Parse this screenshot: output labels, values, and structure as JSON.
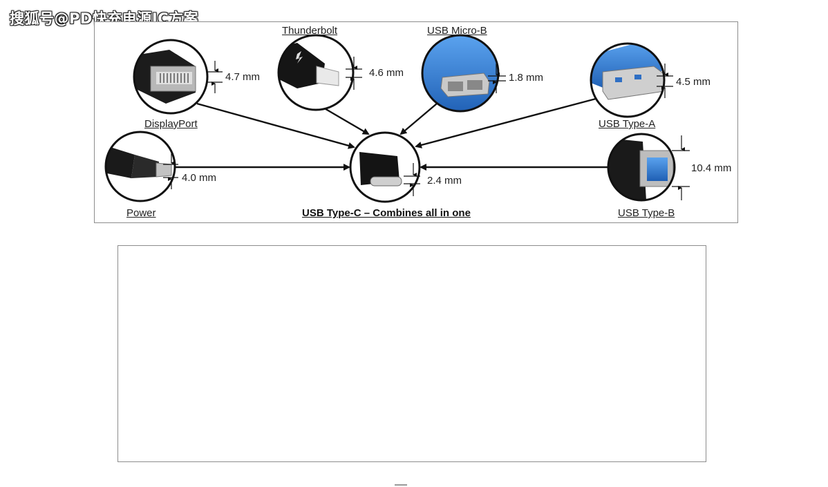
{
  "watermark": {
    "text": "搜狐号@PD快充电源IC方案"
  },
  "diagram": {
    "title": "USB Type-C – Combines all in one",
    "connectors": [
      {
        "id": "displayport",
        "label": "DisplayPort",
        "dimension": "4.7 mm"
      },
      {
        "id": "thunderbolt",
        "label": "Thunderbolt",
        "dimension": "4.6 mm"
      },
      {
        "id": "usb-micro-b",
        "label": "USB Micro-B",
        "dimension": "1.8 mm"
      },
      {
        "id": "usb-type-a",
        "label": "USB Type-A",
        "dimension": "4.5 mm"
      },
      {
        "id": "power",
        "label": "Power",
        "dimension": "4.0 mm"
      },
      {
        "id": "usb-type-b",
        "label": "USB Type-B",
        "dimension": "10.4 mm"
      }
    ],
    "center": {
      "id": "usb-type-c",
      "dimension": "2.4 mm"
    }
  },
  "colors": {
    "arrow_green": "#4caf2a",
    "usb3_blue": "#2f7fd8",
    "tip_yellow": "#e8d21a"
  },
  "icons": [
    "right-arrow-icon"
  ]
}
